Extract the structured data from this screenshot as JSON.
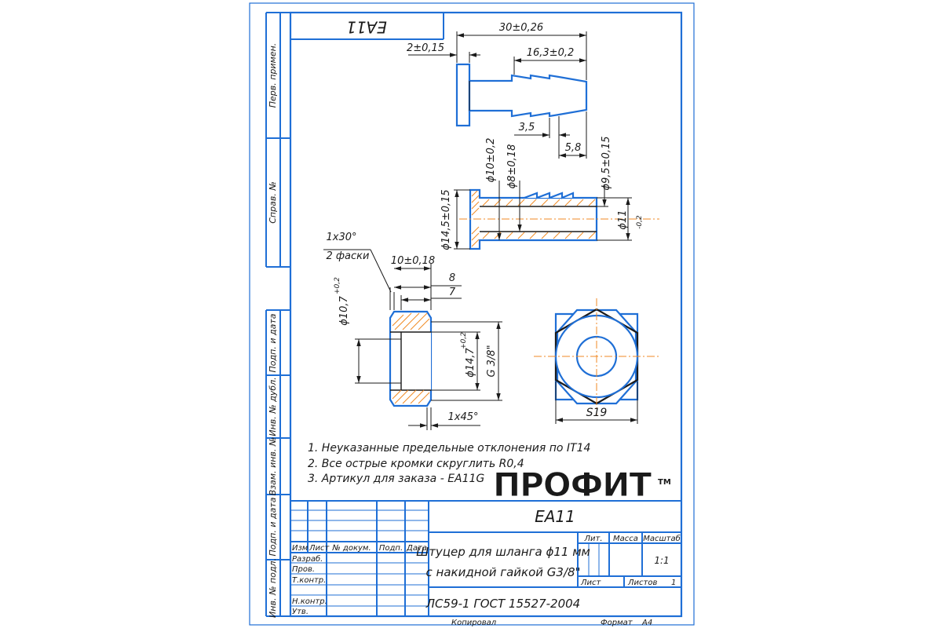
{
  "stamp_rotated": "EA11",
  "side_labels": {
    "perv_primen": "Перв. примен.",
    "sprav_no": "Справ. №",
    "podp_data_1": "Подп. и дата",
    "inv_dubl": "Инв. № дубл.",
    "vzam_inv": "Взам. инв. №",
    "podp_data_2": "Подп. и дата",
    "inv_podl": "Инв. № подл."
  },
  "dimensions": {
    "length_total": "30±0,26",
    "flange": "2±0,15",
    "barb_length": "16,3±0,2",
    "step_35": "3,5",
    "step_58": "5,8",
    "d10": "ϕ10±0,2",
    "d8": "ϕ8±0,18",
    "d95": "ϕ9,5±0,15",
    "d145": "ϕ14,5±0,15",
    "d11": "ϕ11",
    "d11_tol": "-0,2",
    "chamfer_30": "1x30°",
    "chamfer_2": "2 фаски",
    "nut_len": "10±0,18",
    "nut_8": "8",
    "nut_7": "7",
    "d107": "ϕ10,7",
    "d107_tol": "+0,2",
    "d147": "ϕ14,7",
    "d147_tol": "+0,2",
    "thread": "G 3/8\"",
    "chamfer_45": "1x45°",
    "hex": "S19"
  },
  "notes": [
    "1. Неуказанные предельные отклонения по IT14",
    "2. Все острые кромки скруглить R0,4",
    "3. Артикул для заказа - EA11G"
  ],
  "logo": {
    "text": "ПРОФИТ",
    "tm": "TM"
  },
  "title_block": {
    "designation": "EA11",
    "title_line1": "Штуцер для шланга ϕ11 мм",
    "title_line2": "с накидной гайкой G3/8\"",
    "material": "ЛС59-1 ГОСТ 15527-2004",
    "col_izm": "Изм",
    "col_list": "Лист",
    "col_dokum": "№ докум.",
    "col_podp": "Подп.",
    "col_data": "Дата",
    "razrab": "Разраб.",
    "prov": "Пров.",
    "tkontr": "Т.контр.",
    "nkontr": "Н.контр.",
    "utv": "Утв.",
    "lit": "Лит.",
    "massa": "Масса",
    "masshtab": "Масштаб",
    "scale_value": "1:1",
    "list": "Лист",
    "listov": "Листов",
    "listov_value": "1"
  },
  "footer": {
    "kopiroval": "Копировал",
    "format": "Формат",
    "format_value": "A4"
  }
}
